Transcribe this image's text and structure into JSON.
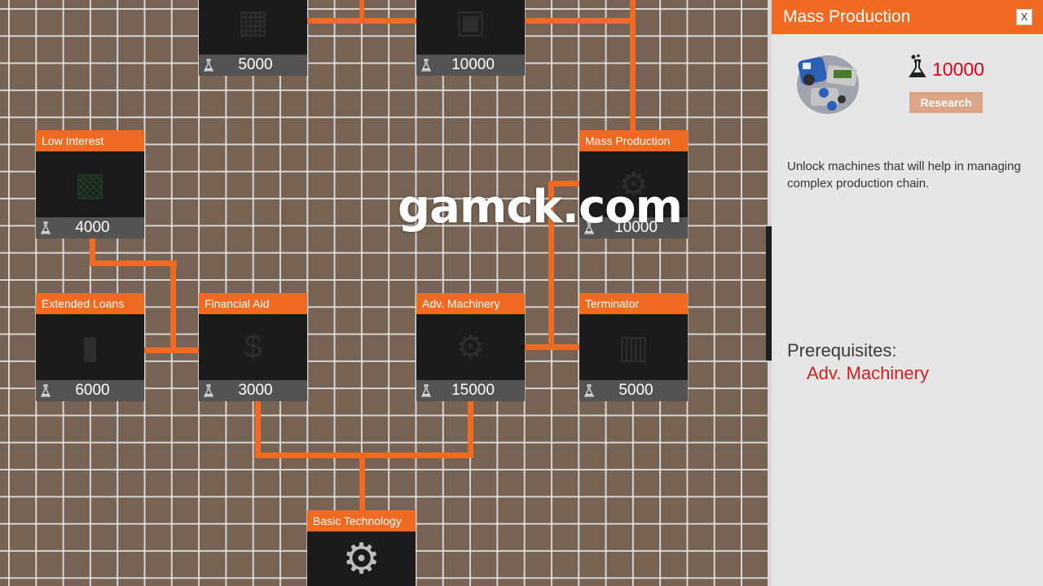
{
  "tree": {
    "nodes": [
      {
        "id": "top-left",
        "label": "",
        "cost": "5000"
      },
      {
        "id": "top-mid",
        "label": "",
        "cost": "10000"
      },
      {
        "id": "low-interest",
        "label": "Low Interest",
        "cost": "4000"
      },
      {
        "id": "mass-production",
        "label": "Mass Production",
        "cost": "10000"
      },
      {
        "id": "extended-loans",
        "label": "Extended Loans",
        "cost": "6000"
      },
      {
        "id": "financial-aid",
        "label": "Financial Aid",
        "cost": "3000"
      },
      {
        "id": "adv-machinery",
        "label": "Adv. Machinery",
        "cost": "15000"
      },
      {
        "id": "terminator",
        "label": "Terminator",
        "cost": "5000"
      },
      {
        "id": "basic-technology",
        "label": "Basic Technology",
        "cost": ""
      }
    ]
  },
  "panel": {
    "title": "Mass Production",
    "close_label": "X",
    "cost": "10000",
    "research_label": "Research",
    "description": "Unlock machines that will help in managing complex production chain.",
    "prereq_label": "Prerequisites:",
    "prereq_item": "Adv. Machinery"
  },
  "watermark": "gamck.com",
  "colors": {
    "accent": "#f06a22",
    "background": "#766353",
    "cost_red": "#e0001a",
    "prereq_red": "#d21f1f"
  },
  "icons": {
    "cost": "flask-icon",
    "close": "close-icon",
    "basic-technology": "gear-icon",
    "financial-aid": "money-bag-icon",
    "adv-machinery": "gears-icon"
  }
}
